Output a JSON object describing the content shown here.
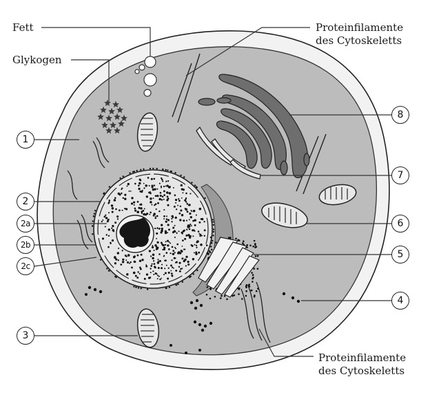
{
  "labels": {
    "fett": "Fett",
    "glykogen": "Glykogen",
    "protein_top_line1": "Proteinfilamente",
    "protein_top_line2": "des Cytoskeletts",
    "protein_bottom_line1": "Proteinfilamente",
    "protein_bottom_line2": "des Cytoskeletts"
  },
  "markers": {
    "m1": "1",
    "m2": "2",
    "m2a": "2a",
    "m2b": "2b",
    "m2c": "2c",
    "m3": "3",
    "m4": "4",
    "m5": "5",
    "m6": "6",
    "m7": "7",
    "m8": "8"
  },
  "colors": {
    "membrane": "#f2f2f2",
    "cytoplasm": "#bcbcbc",
    "nucleus": "#e6e6e6",
    "organelle_dark": "#6e6e6e",
    "outline": "#222222"
  }
}
